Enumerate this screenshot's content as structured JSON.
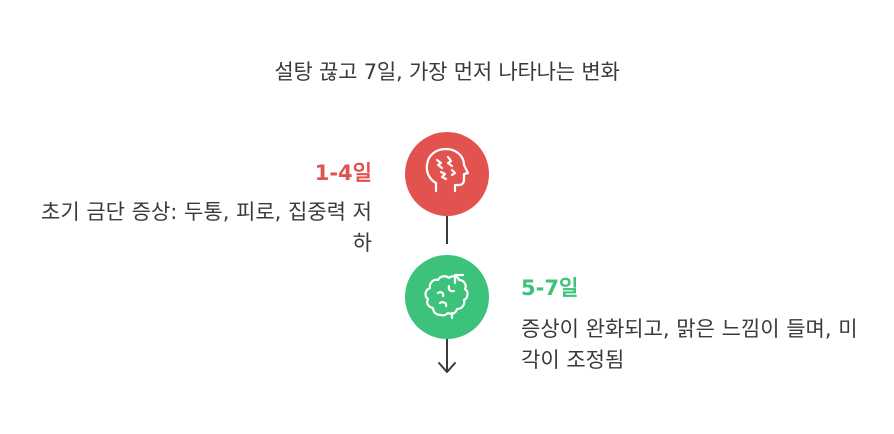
{
  "title": "설탕 끊고 7일, 가장 먼저 나타나는 변화",
  "colors": {
    "step1": "#e2534f",
    "step2": "#3cc27a",
    "connector": "#3a3a3a",
    "icon": "#ffffff"
  },
  "steps": [
    {
      "heading": "1-4일",
      "description": "초기 금단 증상: 두통, 피로, 집중력 저하",
      "icon": "brain-head-icon"
    },
    {
      "heading": "5-7일",
      "description": "증상이 완화되고, 맑은 느낌이 들며, 미각이 조정됨",
      "icon": "brain-icon"
    }
  ]
}
